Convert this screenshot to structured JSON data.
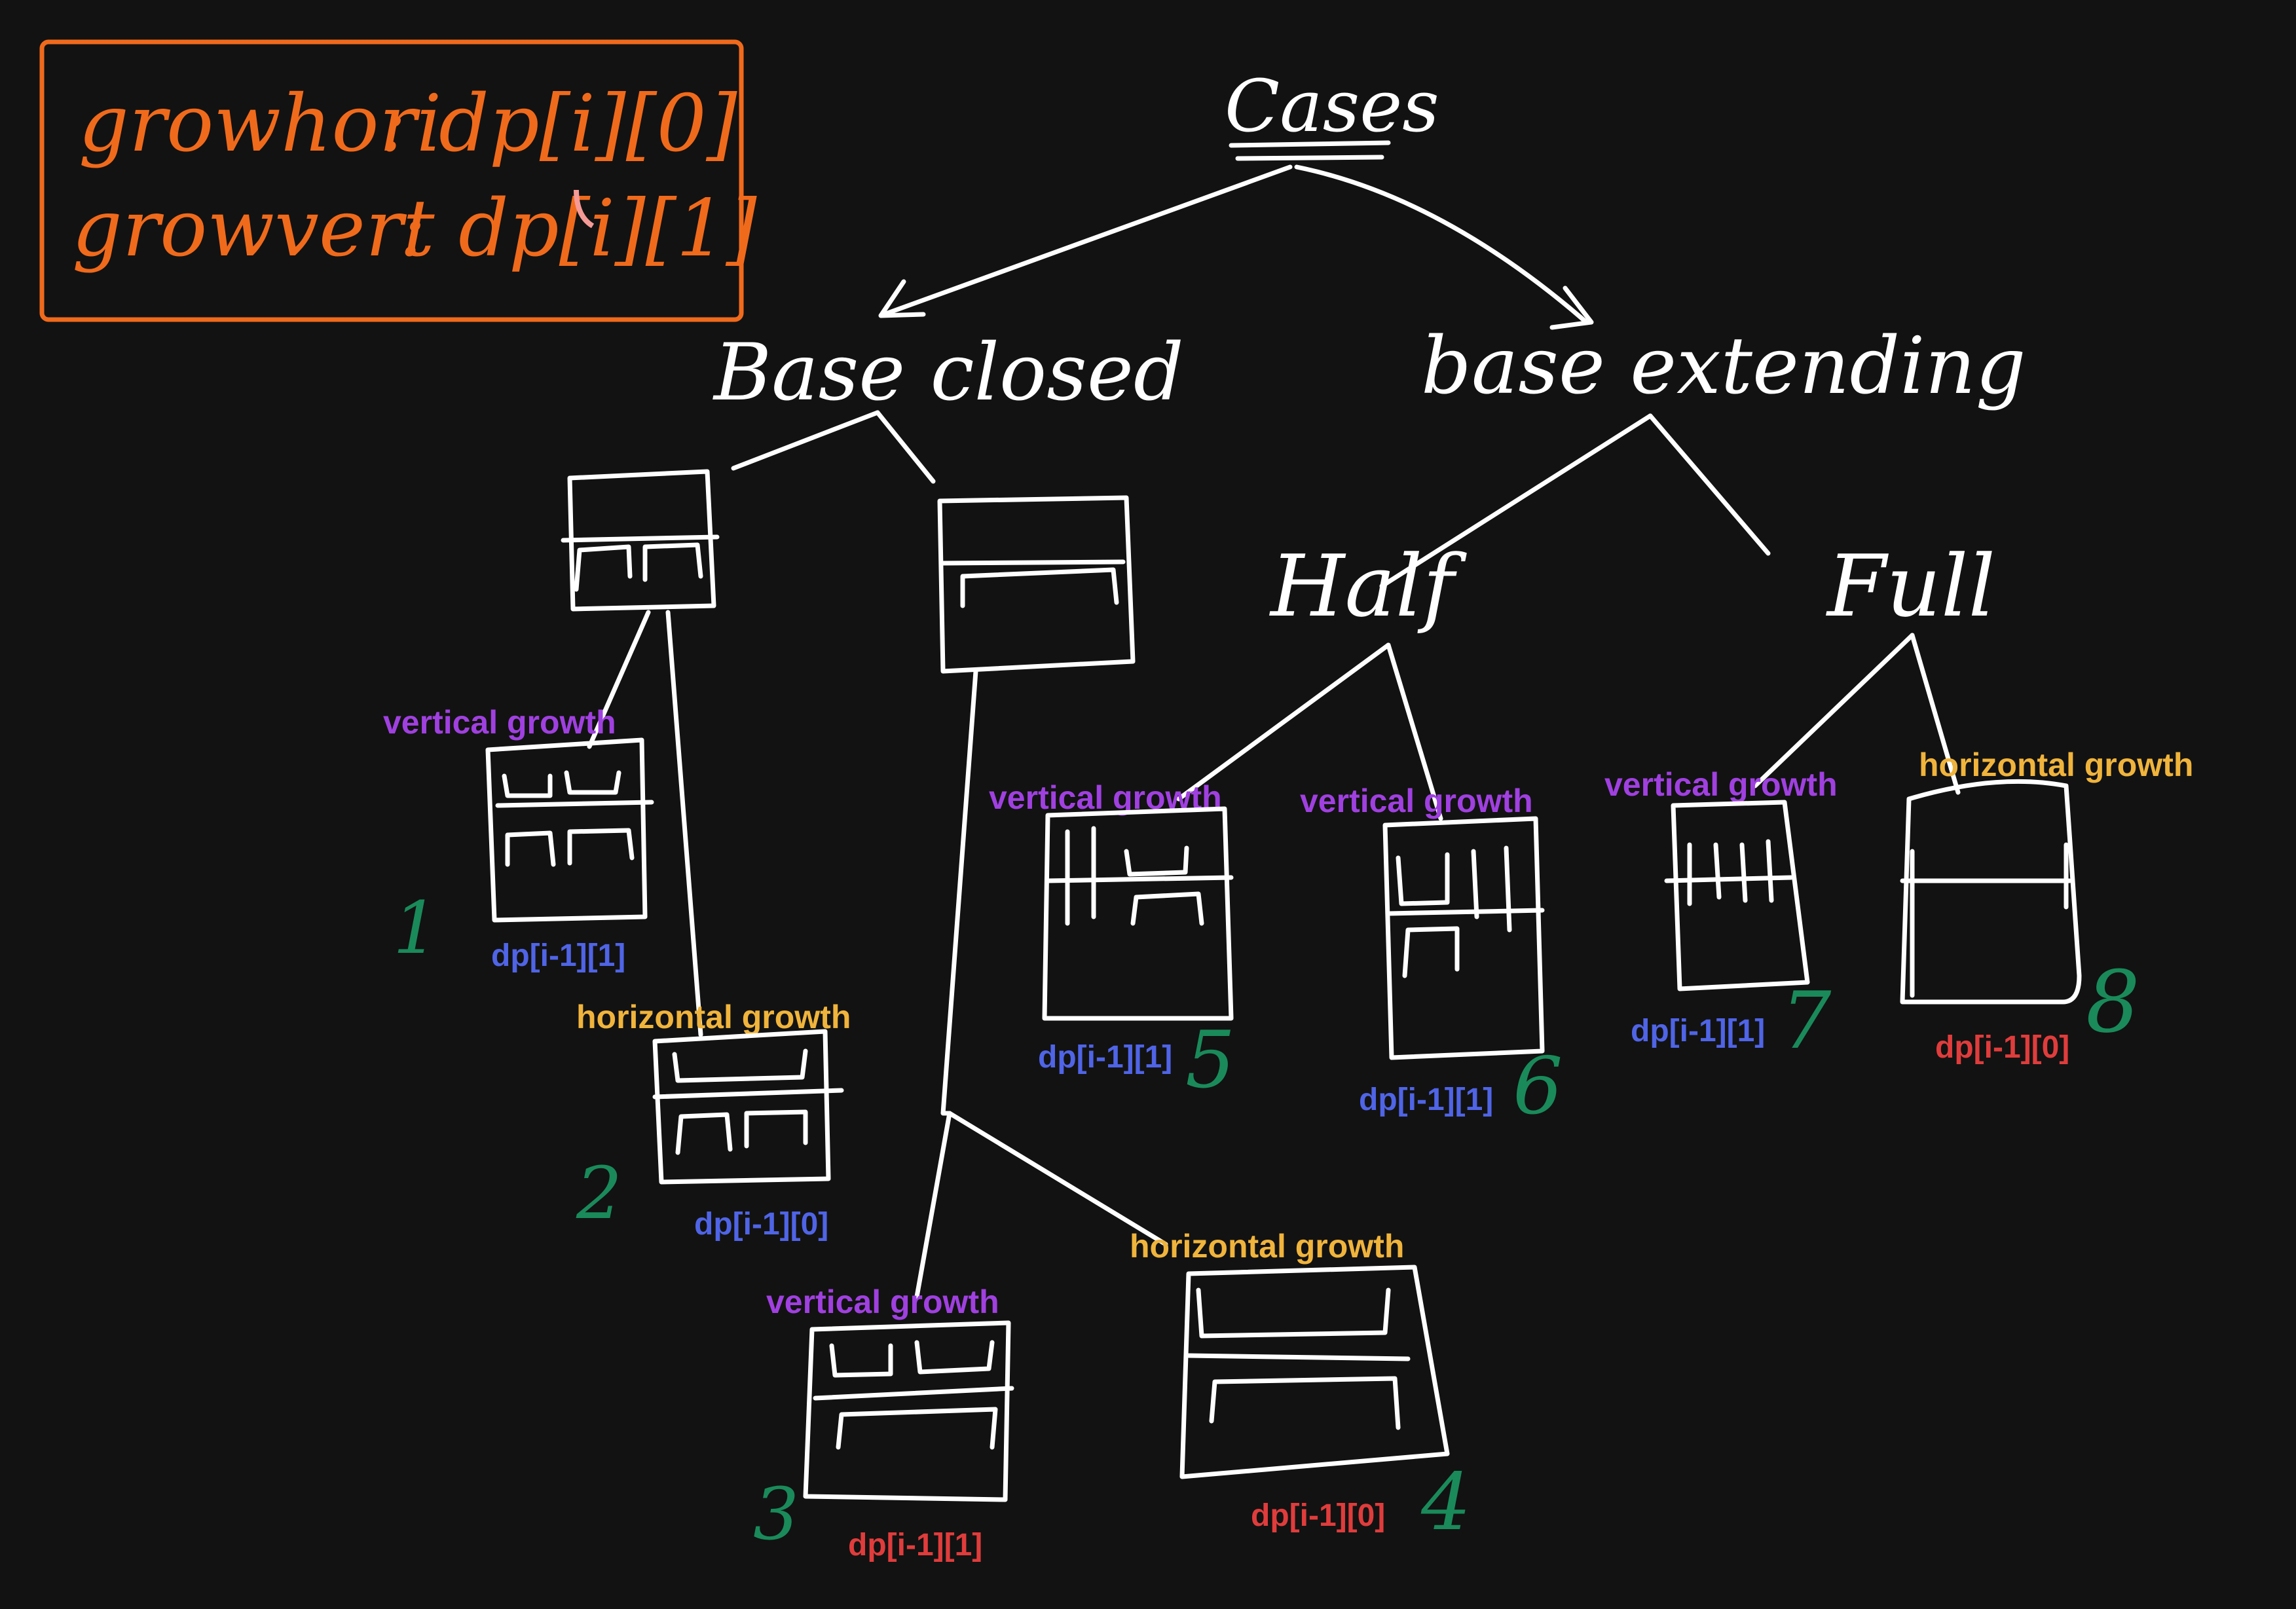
{
  "colors": {
    "background": "#121212",
    "ink": "#ffffff",
    "legend": "#f06a1c",
    "pink": "#f59a96",
    "vertical": "#a040e0",
    "horizontal": "#f0b43c",
    "dp_blue": "#4f64e6",
    "dp_red": "#e03c3c",
    "number": "#1a8a5a"
  },
  "legend": {
    "line1_name": "growhori",
    "line1_sep": ":",
    "line1_value": "dp[i][0]",
    "line2_name": "growvert",
    "line2_sep": ":",
    "line2_value": "dp[i][1]"
  },
  "tree": {
    "root": "Cases",
    "left_branch": "Base closed",
    "right_branch": "base extending",
    "right_left": "Half",
    "right_right": "Full"
  },
  "cases": [
    {
      "number": "1",
      "growth": "vertical growth",
      "dp": "dp[i-1][1]"
    },
    {
      "number": "2",
      "growth": "horizontal growth",
      "dp": "dp[i-1][0]"
    },
    {
      "number": "3",
      "growth": "vertical growth",
      "dp": "dp[i-1][1]"
    },
    {
      "number": "4",
      "growth": "horizontal growth",
      "dp": "dp[i-1][0]"
    },
    {
      "number": "5",
      "growth": "vertical growth",
      "dp": "dp[i-1][1]"
    },
    {
      "number": "6",
      "growth": "vertical growth",
      "dp": "dp[i-1][1]"
    },
    {
      "number": "7",
      "growth": "vertical growth",
      "dp": "dp[i-1][1]"
    },
    {
      "number": "8",
      "growth": "horizontal growth",
      "dp": "dp[i-1][0]"
    }
  ]
}
